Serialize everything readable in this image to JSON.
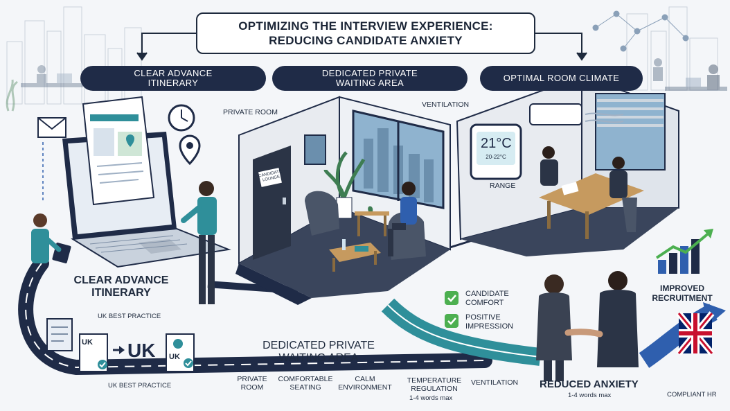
{
  "title": {
    "line1": "OPTIMIZING THE INTERVIEW EXPERIENCE:",
    "line2": "REDUCING CANDIDATE ANXIETY"
  },
  "banners": {
    "itinerary": {
      "line1": "CLEAR ADVANCE",
      "line2": "ITINERARY"
    },
    "waiting": {
      "line1": "DEDICATED PRIVATE",
      "line2": "WAITING AREA"
    },
    "climate": {
      "line1": "OPTIMAL ROOM CLIMATE"
    }
  },
  "labels": {
    "private_room_top": "PRIVATE ROOM",
    "ventilation_top": "VENTILATION",
    "door_sign": "CANDIDATE LOUNGE",
    "thermostat_temp": "21°C",
    "thermostat_range": "20-22°C",
    "range": "RANGE",
    "itinerary_big_1": "CLEAR ADVANCE",
    "itinerary_big_2": "ITINERARY",
    "uk_best_practice_1": "UK BEST PRACTICE",
    "uk_best_practice_2": "UK BEST PRACTICE",
    "uk_big": "UK",
    "uk_doc_a": "UK",
    "uk_doc_b": "UK",
    "waiting_big_1": "DEDICATED PRIVATE",
    "waiting_big_2": "WAITING AREA",
    "private_room_bottom_1": "PRIVATE",
    "private_room_bottom_2": "ROOM",
    "comfortable_1": "COMFORTABLE",
    "comfortable_2": "SEATING",
    "calm_1": "CALM",
    "calm_2": "ENVIRONMENT",
    "temperature_1": "TEMPERATURE",
    "temperature_2": "REGULATION",
    "words_max_1": "1-4 words max",
    "ventilation_bottom": "VENTILATION",
    "candidate_comfort_1": "CANDIDATE",
    "candidate_comfort_2": "COMFORT",
    "positive_1": "POSITIVE",
    "positive_2": "IMPRESSION",
    "reduced_anxiety": "REDUCED ANXIETY",
    "words_max_2": "1-4 words max",
    "improved_1": "IMPROVED",
    "improved_2": "RECRUITMENT",
    "compliant_hr": "COMPLIANT HR"
  },
  "colors": {
    "navy": "#1f2b47",
    "teal": "#2f8f9a",
    "green": "#4caf50",
    "room_floor": "#3a455c",
    "uk_red": "#c8102e",
    "uk_blue": "#012169"
  }
}
